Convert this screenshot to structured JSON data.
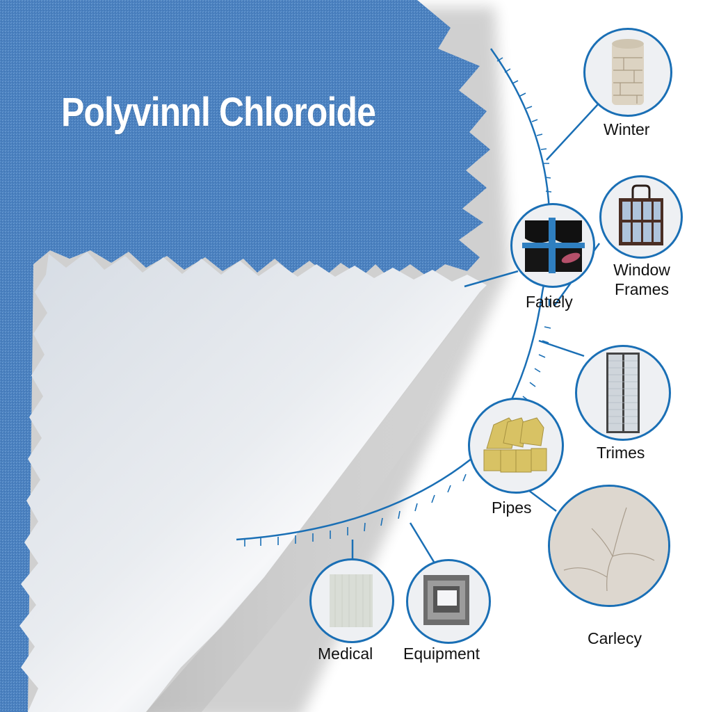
{
  "title": "Polyvinnl Chloroide",
  "colors": {
    "fabric_blue": "#4a80bf",
    "fabric_silver": "#dfe3e8",
    "accent_line": "#1a6fb5",
    "label_text": "#111111",
    "background": "#ffffff"
  },
  "applications": [
    {
      "id": "winter",
      "label": "Winter",
      "icon": "cylinder-stone-icon"
    },
    {
      "id": "window-frames",
      "label": "Window Frames",
      "icon": "window-frame-icon"
    },
    {
      "id": "fatiely",
      "label": "Fatiely",
      "icon": "blue-grid-tile-icon"
    },
    {
      "id": "trimes",
      "label": "Trimes",
      "icon": "panel-trim-icon"
    },
    {
      "id": "pipes",
      "label": "Pipes",
      "icon": "yellow-blocks-icon"
    },
    {
      "id": "carlecy",
      "label": "Carlecy",
      "icon": "cracked-plaster-icon"
    },
    {
      "id": "medical",
      "label": "Medical",
      "icon": "fabric-swatch-icon"
    },
    {
      "id": "equipment",
      "label": "Equipment",
      "icon": "metal-frame-icon"
    }
  ]
}
